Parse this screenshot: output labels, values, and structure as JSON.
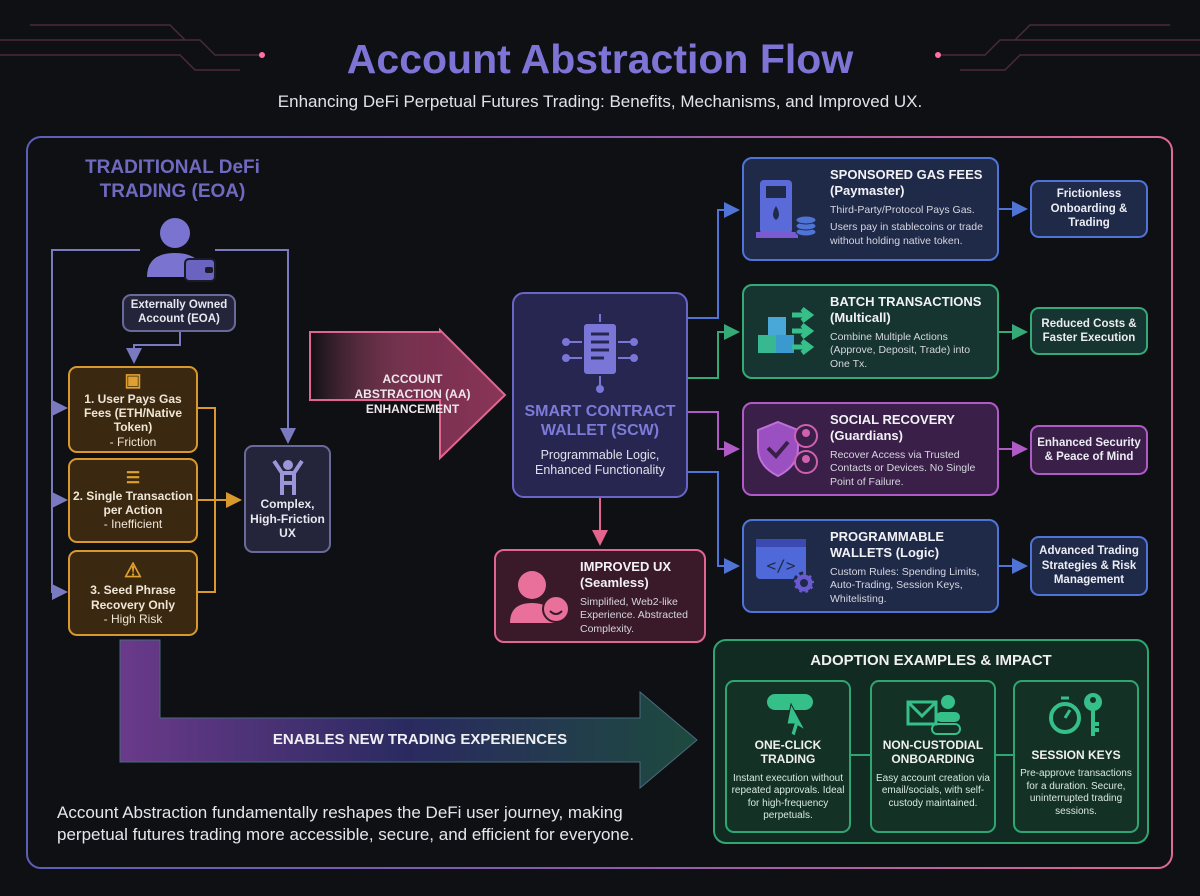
{
  "title": "Account Abstraction Flow",
  "subtitle": "Enhancing DeFi Perpetual Futures Trading: Benefits, Mechanisms, and Improved UX.",
  "colors": {
    "title": "#7d74d6",
    "orange": "#d8982e",
    "blue": "#4f74d6",
    "green": "#35a976",
    "purple": "#b05ac8",
    "pink": "#e2658f"
  },
  "traditional": {
    "heading_line1": "TRADITIONAL DeFi",
    "heading_line2": "TRADING (EOA)",
    "eoa_label": "Externally Owned Account (EOA)",
    "steps": [
      {
        "title": "1. User Pays Gas Fees (ETH/Native Token)",
        "note": "- Friction",
        "icon": "wallet-icon"
      },
      {
        "title": "2. Single Transaction per Action",
        "note": "- Inefficient",
        "icon": "server-alert-icon"
      },
      {
        "title": "3. Seed Phrase Recovery Only",
        "note": "- High Risk",
        "icon": "warning-icon"
      }
    ],
    "outcome": "Complex, High-Friction UX"
  },
  "aa_arrow": {
    "line1": "ACCOUNT",
    "line2": "ABSTRACTION (AA)",
    "line3": "ENHANCEMENT"
  },
  "scw": {
    "title_line1": "SMART CONTRACT",
    "title_line2": "WALLET (SCW)",
    "desc_line1": "Programmable Logic,",
    "desc_line2": "Enhanced Functionality"
  },
  "improved_ux": {
    "title": "IMPROVED UX (Seamless)",
    "desc": "Simplified, Web2-like Experience. Abstracted Complexity."
  },
  "features": [
    {
      "title": "SPONSORED GAS FEES (Paymaster)",
      "desc1": "Third-Party/Protocol Pays Gas.",
      "desc2": "Users pay in stablecoins or trade without holding native token.",
      "outcome": "Frictionless Onboarding & Trading",
      "icon": "gas-pump-icon"
    },
    {
      "title": "BATCH TRANSACTIONS (Multicall)",
      "desc1": "Combine Multiple Actions (Approve, Deposit, Trade) into One Tx.",
      "desc2": "",
      "outcome": "Reduced Costs & Faster Execution",
      "icon": "blocks-icon"
    },
    {
      "title": "SOCIAL RECOVERY (Guardians)",
      "desc1": "Recover Access via Trusted Contacts or Devices. No Single Point of Failure.",
      "desc2": "",
      "outcome": "Enhanced Security & Peace of Mind",
      "icon": "shield-guardians-icon"
    },
    {
      "title": "PROGRAMMABLE WALLETS (Logic)",
      "desc1": "Custom Rules: Spending Limits, Auto-Trading, Session Keys, Whitelisting.",
      "desc2": "",
      "outcome": "Advanced Trading Strategies & Risk Management",
      "icon": "code-gear-icon"
    }
  ],
  "enables_arrow": "ENABLES NEW TRADING EXPERIENCES",
  "adoption": {
    "heading": "ADOPTION EXAMPLES & IMPACT",
    "cards": [
      {
        "title": "ONE-CLICK TRADING",
        "desc": "Instant execution without repeated approvals. Ideal for high-frequency perpetuals.",
        "icon": "click-icon"
      },
      {
        "title": "NON-CUSTODIAL ONBOARDING",
        "desc": "Easy account creation via email/socials, with self-custody maintained.",
        "icon": "email-user-icon"
      },
      {
        "title": "SESSION KEYS",
        "desc": "Pre-approve transactions for a duration. Secure, uninterrupted trading sessions.",
        "icon": "timer-key-icon"
      }
    ]
  },
  "footer": "Account Abstraction fundamentally reshapes the DeFi user journey, making perpetual futures trading more accessible, secure, and efficient for everyone."
}
